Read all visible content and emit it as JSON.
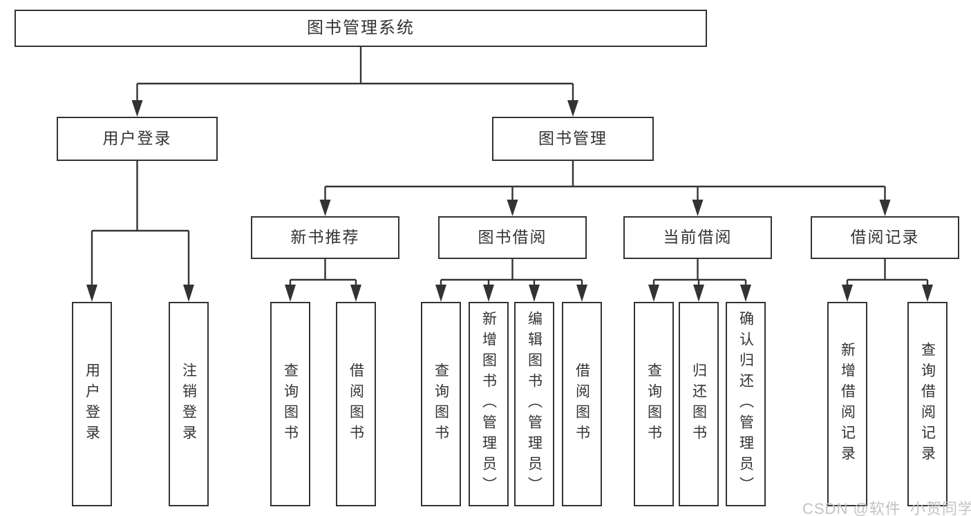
{
  "diagram": {
    "type": "hierarchy-tree",
    "root": {
      "label": "图书管理系统"
    },
    "level2": [
      {
        "label": "用户登录"
      },
      {
        "label": "图书管理"
      }
    ],
    "level3": [
      {
        "label": "新书推荐"
      },
      {
        "label": "图书借阅"
      },
      {
        "label": "当前借阅"
      },
      {
        "label": "借阅记录"
      }
    ],
    "leaf_groups": [
      {
        "parent": "用户登录",
        "items": [
          "用户登录",
          "注销登录"
        ]
      },
      {
        "parent": "新书推荐",
        "items": [
          "查询图书",
          "借阅图书"
        ]
      },
      {
        "parent": "图书借阅",
        "items": [
          "查询图书",
          "新增图书（管理员）",
          "编辑图书（管理员）",
          "借阅图书"
        ]
      },
      {
        "parent": "当前借阅",
        "items": [
          "查询图书",
          "归还图书",
          "确认归还（管理员）"
        ]
      },
      {
        "parent": "借阅记录",
        "items": [
          "新增借阅记录",
          "查询借阅记录"
        ]
      }
    ],
    "watermark": "CSDN @软件_小贺同学",
    "colors": {
      "line": "#333333",
      "text": "#333333",
      "box_background": "#ffffff",
      "page_background": "#ffffff",
      "watermark": "#c3c3c3"
    }
  }
}
